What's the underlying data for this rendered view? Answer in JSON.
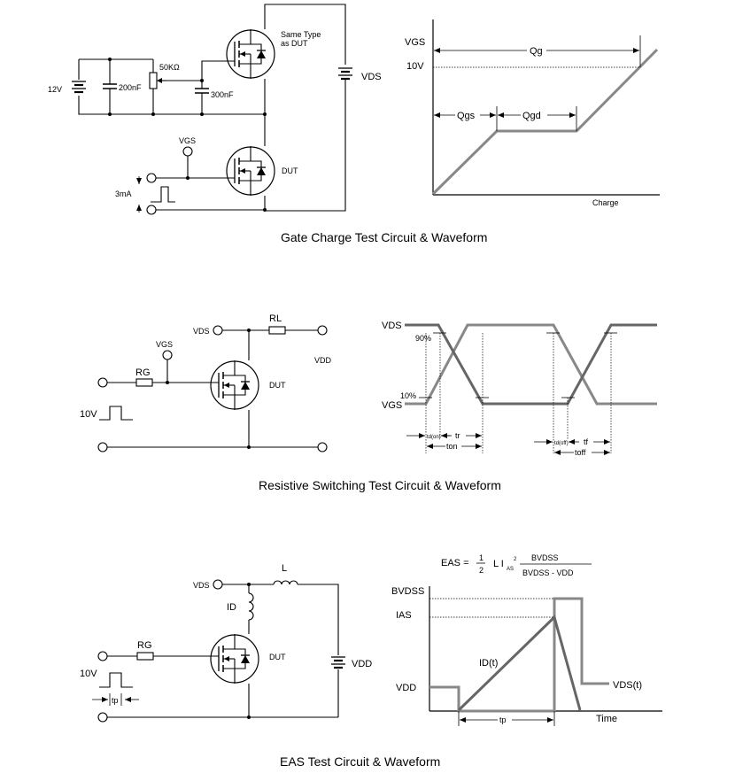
{
  "gate_charge": {
    "caption": "Gate Charge Test Circuit & Waveform",
    "labels": {
      "same_type_1": "Same Type",
      "same_type_2": "as DUT",
      "res_50k": "50KΩ",
      "v12": "12V",
      "cap_200n": "200nF",
      "cap_300n": "300nF",
      "vds": "VDS",
      "vgs": "VGS",
      "dut": "DUT",
      "i3ma": "3mA"
    },
    "wave": {
      "vgs": "VGS",
      "v10": "10V",
      "qg": "Qg",
      "qgs": "Qgs",
      "qgd": "Qgd",
      "charge": "Charge"
    }
  },
  "resistive": {
    "caption": "Resistive Switching Test Circuit & Waveform",
    "labels": {
      "vds": "VDS",
      "rl": "RL",
      "vgs": "VGS",
      "vdd": "VDD",
      "rg": "RG",
      "dut": "DUT",
      "v10": "10V"
    },
    "wave": {
      "vds": "VDS",
      "p90": "90%",
      "p10": "10%",
      "vgs": "VGS",
      "tdon": "td(on)",
      "tr": "tr",
      "ton": "ton",
      "tdoff": "td(off)",
      "tf": "tf",
      "toff": "toff"
    }
  },
  "eas": {
    "caption": "EAS Test Circuit & Waveform",
    "formula": {
      "lhs": "EAS =",
      "frac_num": "1",
      "frac_den": "2",
      "mid": "L I",
      "sub": "AS",
      "sup": "2",
      "num": "BVDSS",
      "den": "BVDSS - VDD"
    },
    "labels": {
      "vds": "VDS",
      "l": "L",
      "id": "ID",
      "dut": "DUT",
      "rg": "RG",
      "vdd": "VDD",
      "v10": "10V",
      "tp": "tp"
    },
    "wave": {
      "bvdss": "BVDSS",
      "ias": "IAS",
      "idt": "ID(t)",
      "vdd": "VDD",
      "vdst": "VDS(t)",
      "tp": "tp",
      "time": "Time"
    }
  }
}
